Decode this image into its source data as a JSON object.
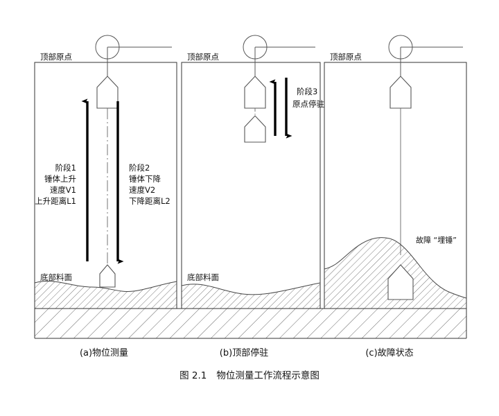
{
  "figure": {
    "caption_number": "图 2.1",
    "caption_title": "物位测量工作流程示意图"
  },
  "panels": [
    {
      "id": "a",
      "subcaption": "(a)物位测量",
      "origin_label": "顶部原点",
      "material_label": "底部料面",
      "annotations": [
        {
          "name": "phase-1",
          "lines": [
            "阶段1",
            "锤体上升",
            "速度V1",
            "上升距离L1"
          ]
        },
        {
          "name": "phase-2",
          "lines": [
            "阶段2",
            "锤体下降",
            "速度V2",
            "下降距离L2"
          ]
        }
      ],
      "arrows": [
        {
          "name": "ascend-arrow",
          "direction": "up"
        },
        {
          "name": "descend-arrow",
          "direction": "down"
        }
      ]
    },
    {
      "id": "b",
      "subcaption": "(b)顶部停驻",
      "origin_label": "顶部原点",
      "material_label": "底部料面",
      "annotations": [
        {
          "name": "phase-3",
          "lines": [
            "阶段3",
            "原点停驻"
          ]
        }
      ],
      "arrows": [
        {
          "name": "park-up-arrow",
          "direction": "up"
        },
        {
          "name": "park-down-arrow",
          "direction": "down"
        }
      ]
    },
    {
      "id": "c",
      "subcaption": "(c)故障状态",
      "origin_label": "顶部原点",
      "fault_label": "故障 “埋锤”",
      "annotations": [],
      "arrows": []
    }
  ],
  "colors": {
    "stroke": "#333333",
    "arrow": "#000000",
    "hatch": "#555555",
    "text": "#111111",
    "material_fill": "#fbfbfb"
  }
}
